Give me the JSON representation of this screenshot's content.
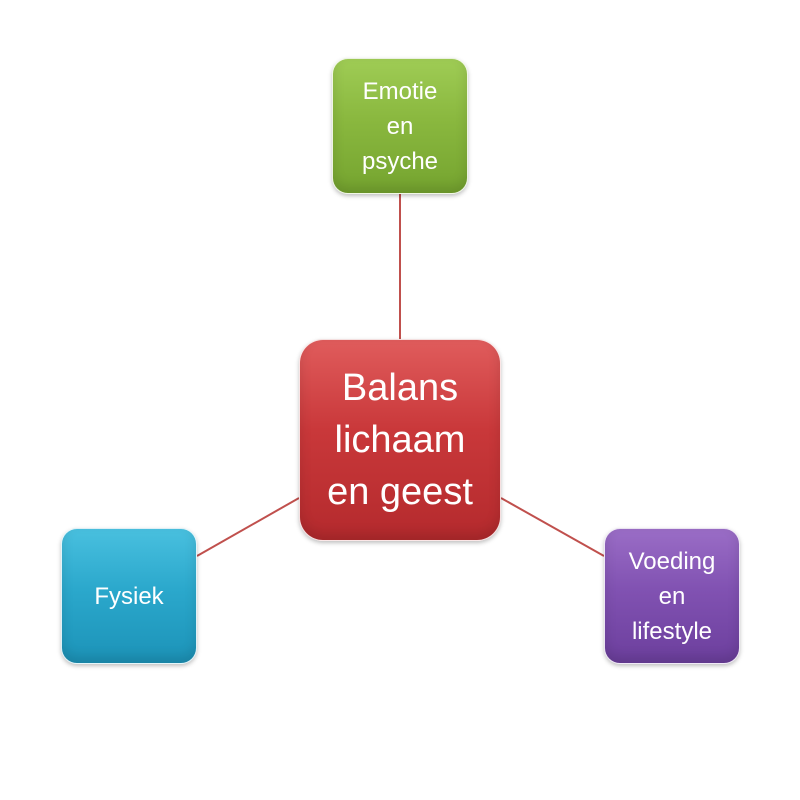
{
  "diagram": {
    "center": {
      "label": "Balans\nlichaam\nen geest",
      "color": "#c9383a"
    },
    "nodes": [
      {
        "label": "Emotie\nen\npsyche",
        "color": "#8ab83f"
      },
      {
        "label": "Fysiek",
        "color": "#2ba8cc"
      },
      {
        "label": "Voeding\nen\nlifestyle",
        "color": "#8152b2"
      }
    ],
    "connector_color": "#c0504d"
  }
}
